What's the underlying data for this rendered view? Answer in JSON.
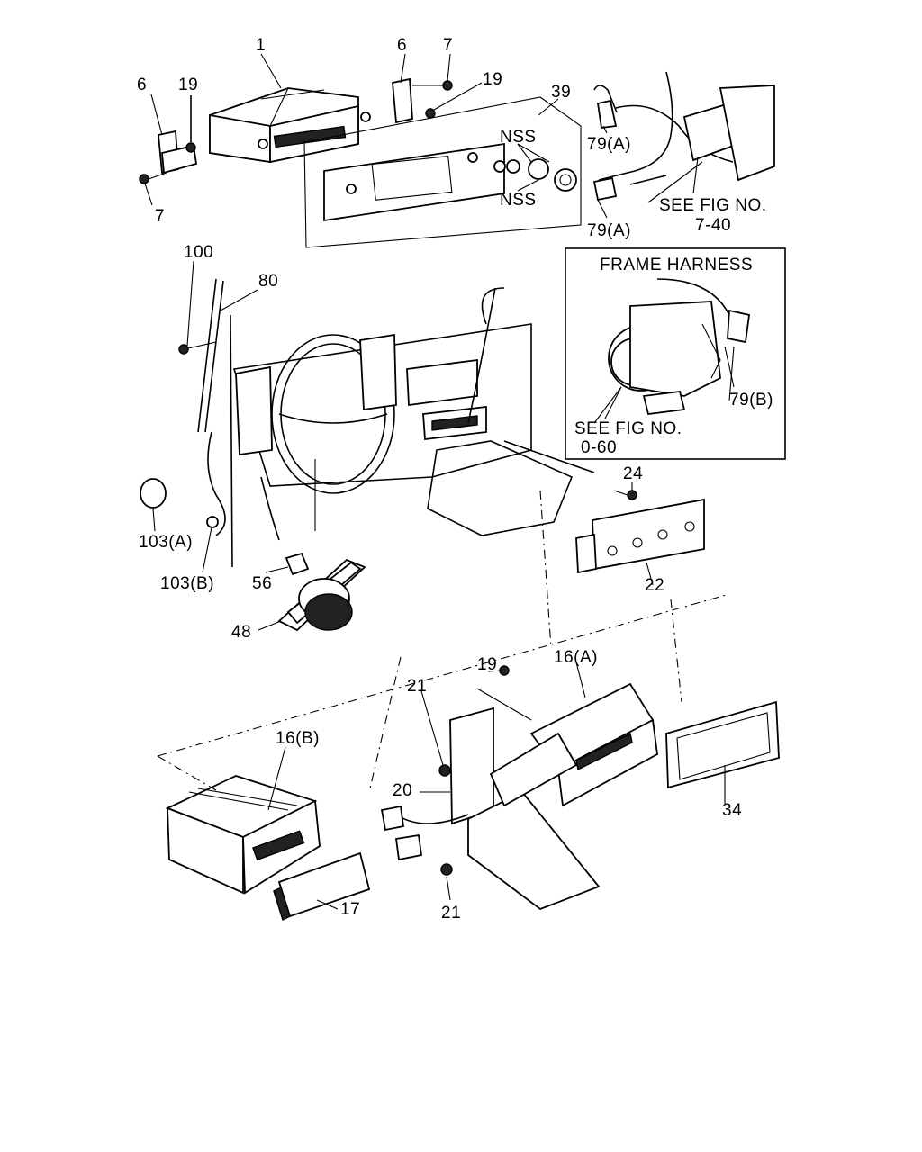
{
  "diagram": {
    "callouts": {
      "c1": "1",
      "c6a": "6",
      "c6b": "6",
      "c7a": "7",
      "c7b": "7",
      "c19a": "19",
      "c19b": "19",
      "c19c": "19",
      "c39": "39",
      "nss_top": "NSS",
      "nss_bottom": "NSS",
      "c79a_top": "79(A)",
      "c79a_bottom": "79(A)",
      "see_fig_740_line1": "SEE FIG NO.",
      "see_fig_740_line2": "7-40",
      "c100": "100",
      "c80": "80",
      "frame_harness": "FRAME HARNESS",
      "c79b": "79(B)",
      "see_fig_060_line1": "SEE FIG NO.",
      "see_fig_060_line2": "0-60",
      "c24": "24",
      "c22": "22",
      "c103a": "103(A)",
      "c103b": "103(B)",
      "c56": "56",
      "c48": "48",
      "c16a": "16(A)",
      "c21a": "21",
      "c21b": "21",
      "c16b": "16(B)",
      "c20": "20",
      "c34": "34",
      "c17": "17"
    },
    "colors": {
      "ink": "#000000",
      "paper": "#ffffff"
    }
  }
}
